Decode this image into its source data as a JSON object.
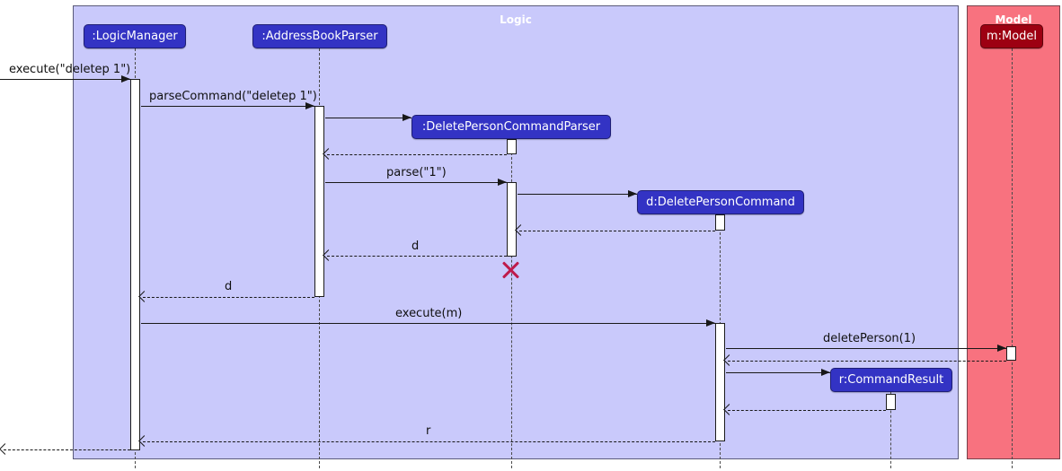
{
  "diagram_type": "uml-sequence-diagram",
  "frames": {
    "logic": {
      "title": "Logic"
    },
    "model": {
      "title": "Model"
    }
  },
  "participants": [
    {
      "label": ":LogicManager"
    },
    {
      "label": ":AddressBookParser"
    },
    {
      "label": ":DeletePersonCommandParser"
    },
    {
      "label": "d:DeletePersonCommand"
    },
    {
      "label": "r:CommandResult"
    },
    {
      "label": "m:Model"
    }
  ],
  "messages": [
    {
      "label": "execute(\"deletep 1\")"
    },
    {
      "label": "parseCommand(\"deletep 1\")"
    },
    {
      "label": "parse(\"1\")"
    },
    {
      "label": "d"
    },
    {
      "label": "d"
    },
    {
      "label": "execute(m)"
    },
    {
      "label": "deletePerson(1)"
    },
    {
      "label": "r"
    }
  ],
  "colors": {
    "logic_frame_bg": "#C9C9FB",
    "model_frame_bg": "#F8727F",
    "logic_component_bg": "#3333C4",
    "model_component_bg": "#9D0012",
    "destroy_x": "#BE1A4B",
    "arrow": "#181818"
  }
}
